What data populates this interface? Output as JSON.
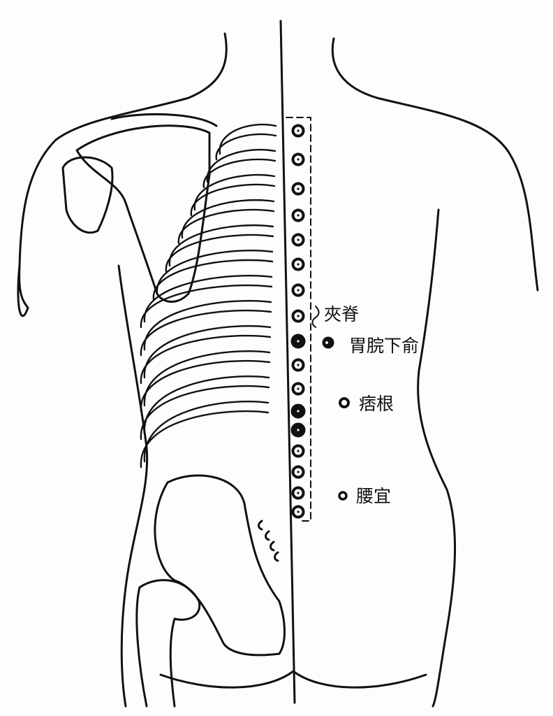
{
  "figure": {
    "labels": {
      "jiaji": "夾脊",
      "weiwanxiashu": "胃脘下俞",
      "pigen": "痞根",
      "yaoyi": "腰宜"
    },
    "colors": {
      "ink": "#111111",
      "paper": "#fdfdfd"
    }
  }
}
